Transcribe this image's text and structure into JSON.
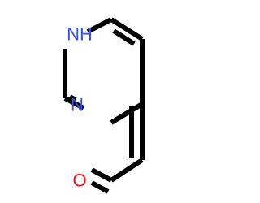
{
  "molecule": {
    "atoms": {
      "nh": {
        "text": "NH",
        "color": "#3050F8"
      },
      "n": {
        "text": "N",
        "color": "#3050F8"
      },
      "o": {
        "text": "O",
        "color": "#FF0D0D"
      }
    },
    "bond_color": "#000000"
  }
}
